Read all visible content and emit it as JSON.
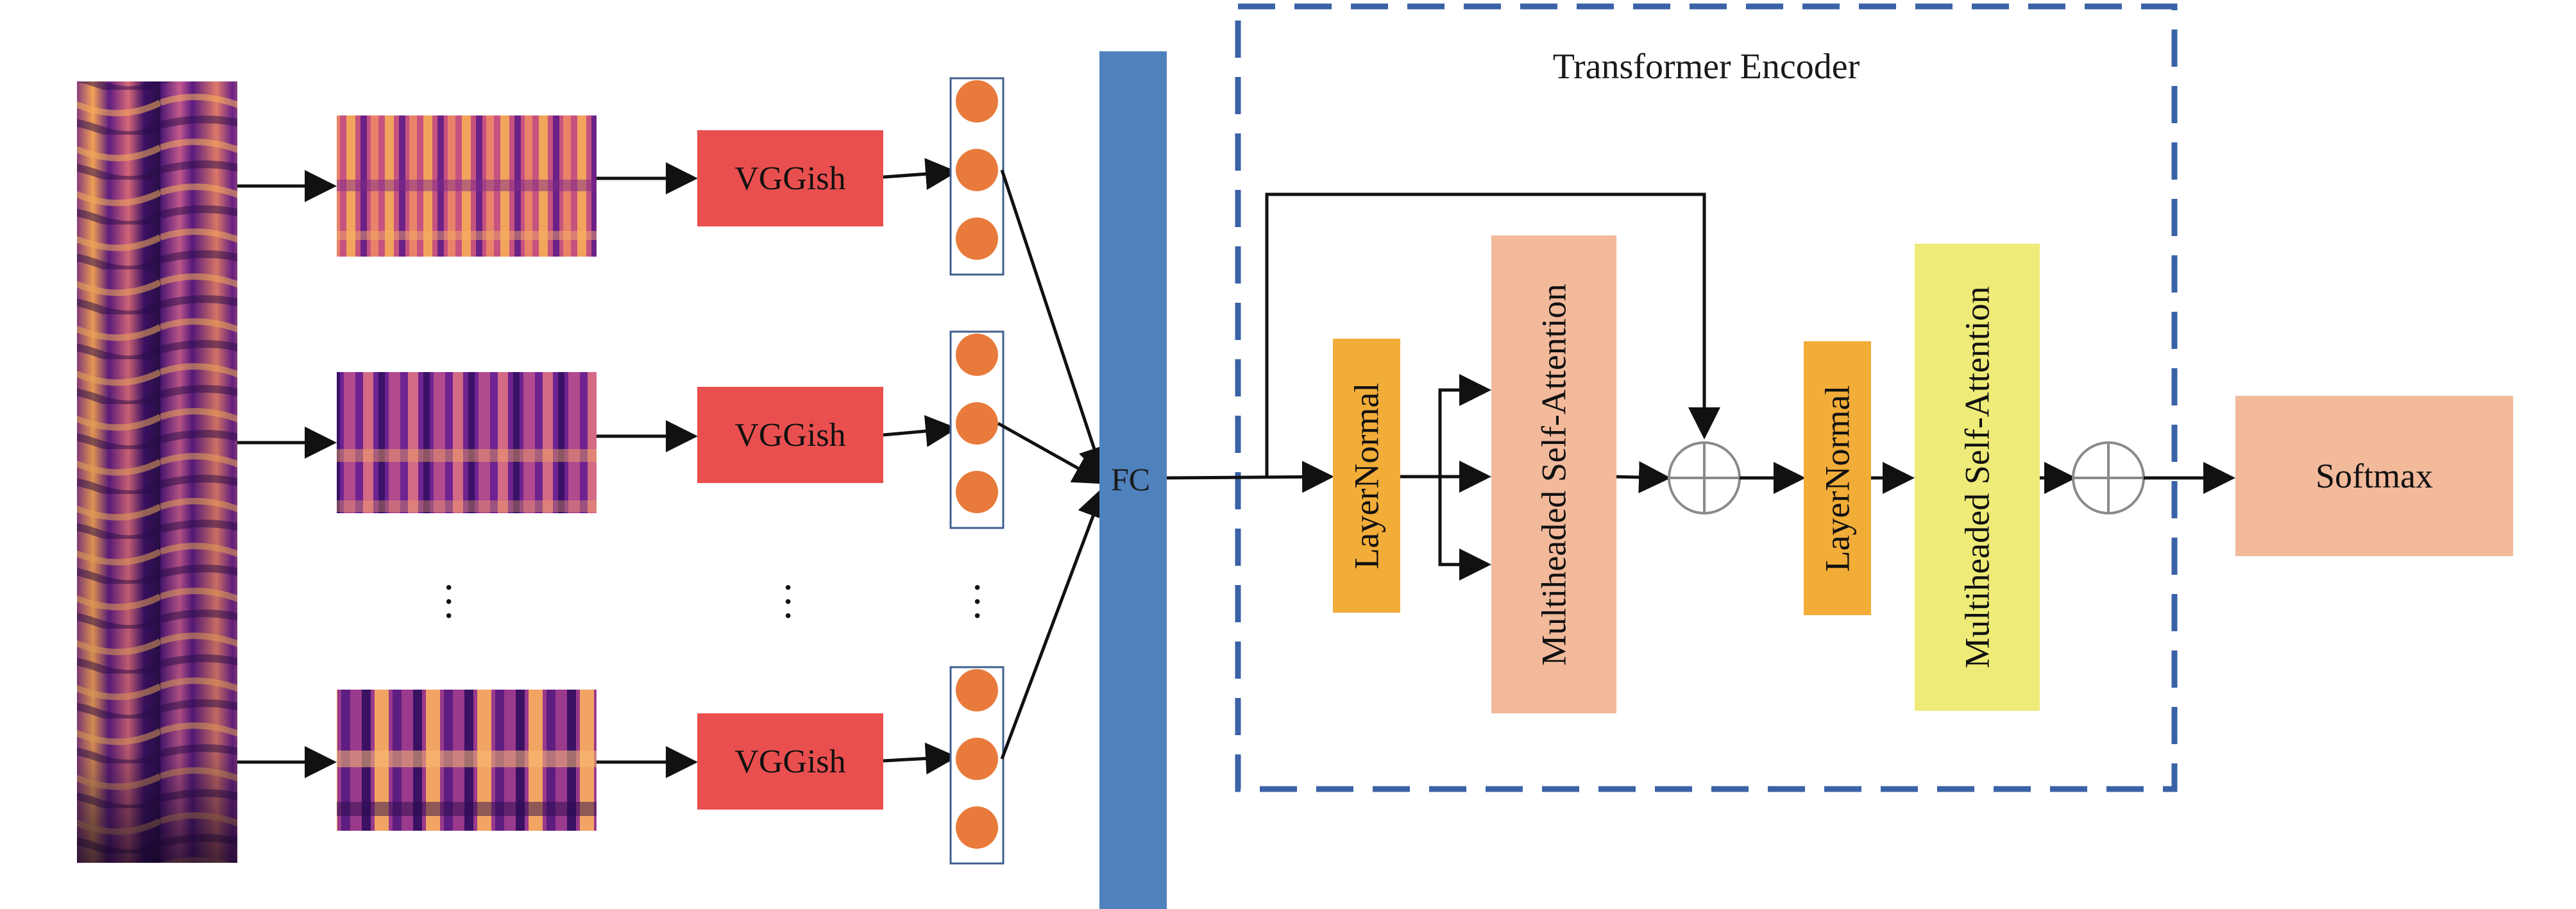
{
  "title": "Transformer Encoder",
  "vggish_labels": [
    "VGGish",
    "VGGish",
    "VGGish"
  ],
  "fc_label": "FC",
  "layernorm_labels": [
    "LayerNormal",
    "LayerNormal"
  ],
  "attention_labels": [
    "Multiheaded Self-Attention",
    "Multiheaded Self-Attention"
  ],
  "softmax_label": "Softmax",
  "colors": {
    "vggish": "#ea4f4f",
    "fc": "#4f81bd",
    "layernorm": "#f2ac38",
    "attention1": "#f2b99b",
    "attention2": "#eeeb78",
    "softmax": "#f2b99b",
    "feature_dot": "#e87b3c",
    "encoder_border": "#3a62a6",
    "spectrogram_dark": "#3b1264",
    "spectrogram_bright": "#f6a14f"
  }
}
